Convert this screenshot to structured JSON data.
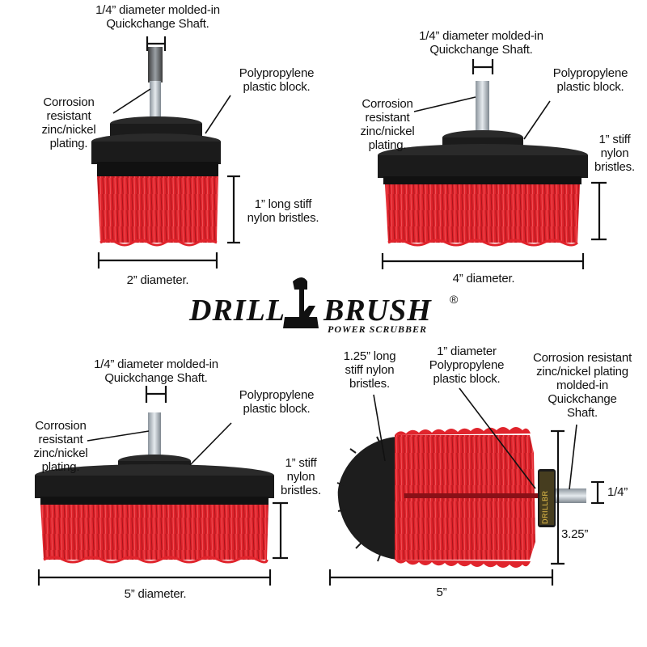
{
  "logo": {
    "word1": "DRILL",
    "word2": "BRUSH",
    "registered": "®",
    "tagline": "POWER SCRUBBER"
  },
  "brush_2in": {
    "shaft": "1/4” diameter molded-in\nQuickchange Shaft.",
    "block": "Polypropylene\nplastic block.",
    "plating": "Corrosion\nresistant\nzinc/nickel\nplating.",
    "bristles": "1” long stiff\nnylon bristles.",
    "diameter": "2” diameter."
  },
  "brush_4in": {
    "shaft": "1/4” diameter molded-in\nQuickchange Shaft.",
    "block": "Polypropylene\nplastic block.",
    "plating": "Corrosion\nresistant\nzinc/nickel\nplating.",
    "bristles": "1” stiff\nnylon\nbristles.",
    "diameter": "4” diameter."
  },
  "brush_5in": {
    "shaft": "1/4” diameter molded-in\nQuickchange Shaft.",
    "block": "Polypropylene\nplastic block.",
    "plating": "Corrosion\nresistant\nzinc/nickel\nplating.",
    "bristles": "1” stiff\nnylon\nbristles.",
    "diameter": "5” diameter."
  },
  "brush_round": {
    "bristles": "1.25” long\nstiff nylon\nbristles.",
    "block": "1” diameter\nPolypropylene\nplastic block.",
    "shaft": "Corrosion resistant\nzinc/nickel plating\nmolded-in\nQuickchange\nShaft.",
    "shaft_size": "1/4”",
    "height": "3.25”",
    "length": "5”",
    "handle_text": "DRILLBR"
  },
  "colors": {
    "bristle_red": "#e0242c",
    "bristle_dark_red": "#a8141b",
    "block_black": "#1b1b1b",
    "shaft_metal": "#b9c1c8"
  }
}
